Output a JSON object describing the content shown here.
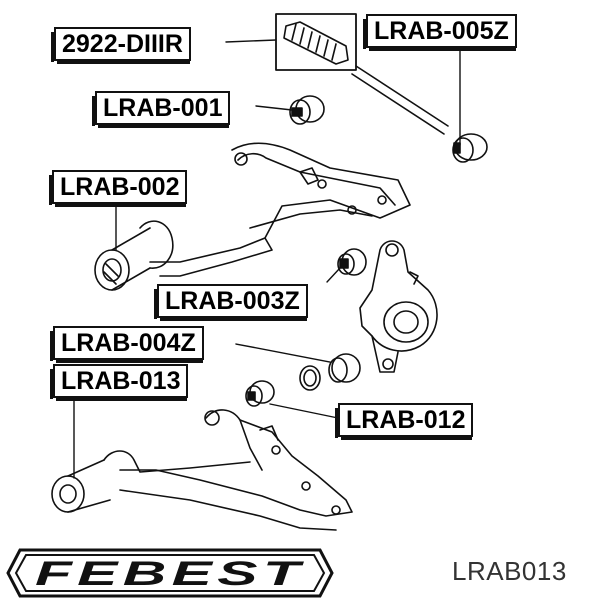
{
  "labels": {
    "c2922": "2922-DIIIR",
    "l005z": "LRAB-005Z",
    "l001": "LRAB-001",
    "l002": "LRAB-002",
    "l003z": "LRAB-003Z",
    "l004z": "LRAB-004Z",
    "l013": "LRAB-013",
    "l012": "LRAB-012"
  },
  "brand": {
    "name": "FEBEST"
  },
  "part_code": "LRAB013",
  "colors": {
    "ink": "#111111",
    "background": "#ffffff"
  }
}
